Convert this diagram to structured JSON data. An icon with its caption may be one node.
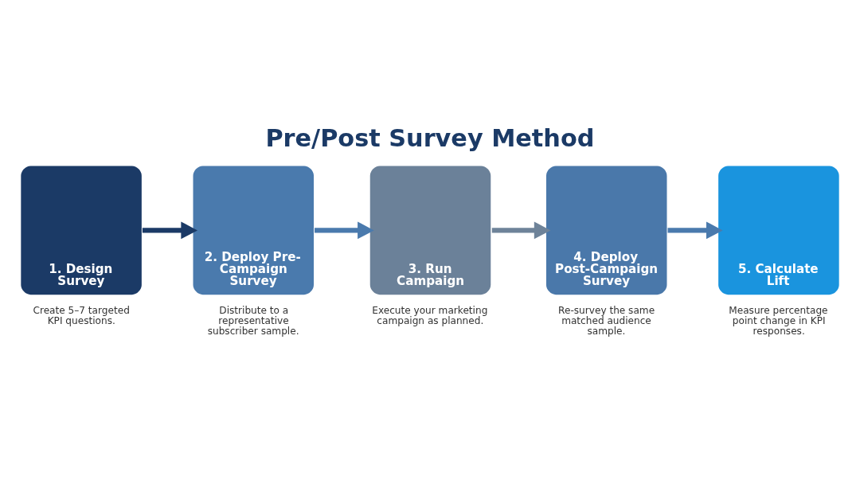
{
  "diagram": {
    "title": "Pre/Post Survey Method",
    "nodes": [
      {
        "text": [
          "1. Design Survey"
        ],
        "beside": [
          "Create 5–7 targeted KPI questions."
        ]
      },
      {
        "text": [
          "2. Deploy Pre-Campaign Survey"
        ],
        "beside": [
          "Distribute to a representative subscriber sample."
        ]
      },
      {
        "text": [
          "3. Run Campaign"
        ],
        "beside": [
          "Execute your marketing campaign as planned."
        ]
      },
      {
        "text": [
          "4. Deploy Post-Campaign Survey"
        ],
        "beside": [
          "Re-survey the same matched audience sample."
        ]
      },
      {
        "text": [
          "5. Calculate Lift"
        ],
        "beside": [
          "Measure percentage point change in KPI responses."
        ]
      }
    ],
    "edges": [
      {
        "from": 0,
        "to": 1,
        "arrow": "to",
        "color": "#1b3a66"
      },
      {
        "from": 1,
        "to": 2,
        "arrow": "to",
        "color": "#4a7aad"
      },
      {
        "from": 2,
        "to": 3,
        "arrow": "to",
        "color": "#6e8399"
      },
      {
        "from": 3,
        "to": 4,
        "arrow": "to",
        "color": "#4a7aad"
      }
    ]
  }
}
